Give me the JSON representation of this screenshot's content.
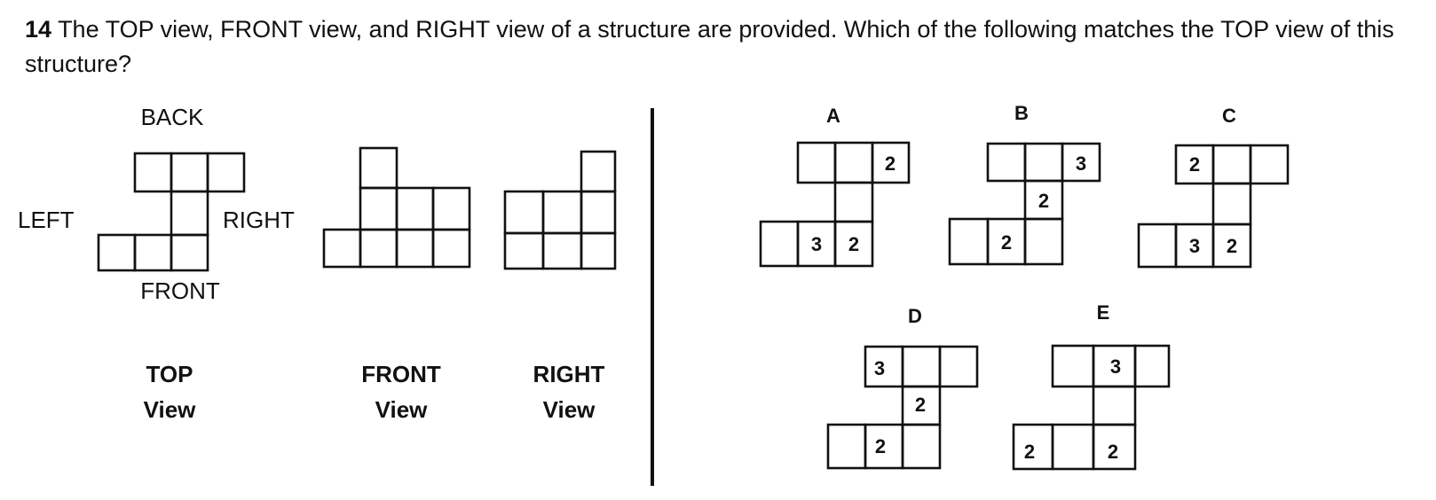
{
  "question": {
    "number": "14",
    "text": "The TOP view, FRONT view, and RIGHT view of a structure are provided. Which of the following matches the TOP view of this structure?"
  },
  "views": {
    "top": {
      "label_back": "BACK",
      "label_left": "LEFT",
      "label_right": "RIGHT",
      "label_front": "FRONT",
      "caption_line1": "TOP",
      "caption_line2": "View"
    },
    "front": {
      "caption_line1": "FRONT",
      "caption_line2": "View"
    },
    "right": {
      "caption_line1": "RIGHT",
      "caption_line2": "View"
    }
  },
  "options": [
    {
      "letter": "A",
      "numbers": [
        "2",
        "3",
        "2"
      ]
    },
    {
      "letter": "B",
      "numbers": [
        "3",
        "2",
        "2"
      ]
    },
    {
      "letter": "C",
      "numbers": [
        "2",
        "3",
        "2"
      ]
    },
    {
      "letter": "D",
      "numbers": [
        "3",
        "2",
        "2"
      ]
    },
    {
      "letter": "E",
      "numbers": [
        "3",
        "2",
        "2"
      ]
    }
  ]
}
